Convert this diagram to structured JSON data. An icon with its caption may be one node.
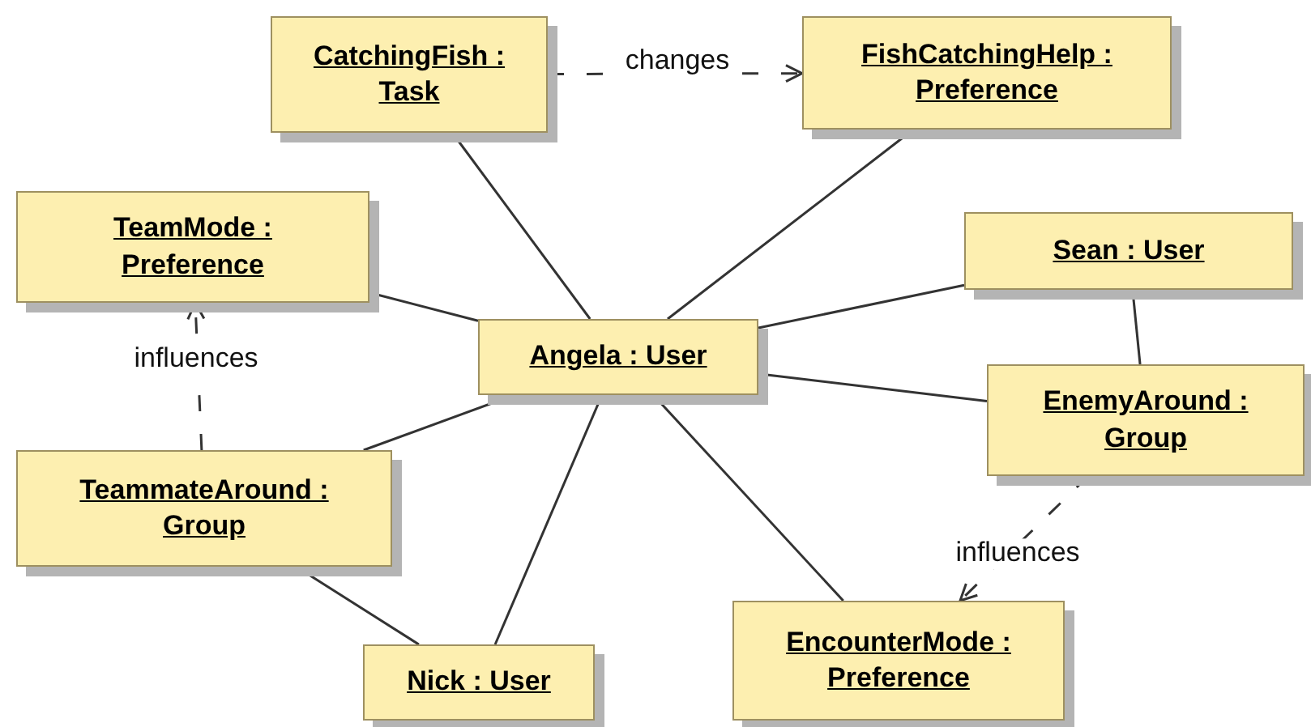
{
  "diagram": {
    "nodes": [
      {
        "text": [
          "CatchingFish : Task"
        ]
      },
      {
        "text": [
          "FishCatchingHelp : Preference"
        ]
      },
      {
        "text": [
          "TeamMode : Preference"
        ]
      },
      {
        "text": [
          "Sean : User"
        ]
      },
      {
        "text": [
          "Angela : User"
        ]
      },
      {
        "text": [
          "EnemyAround : Group"
        ]
      },
      {
        "text": [
          "TeammateAround : Group"
        ]
      },
      {
        "text": [
          "Nick : User"
        ]
      },
      {
        "text": [
          "EncounterMode : Preference"
        ]
      }
    ],
    "edges": [
      {
        "from": 0,
        "to": 1,
        "arrow": "to",
        "label": "changes",
        "style": "dashed"
      },
      {
        "from": 0,
        "to": 4,
        "arrow": "none"
      },
      {
        "from": 1,
        "to": 4,
        "arrow": "none"
      },
      {
        "from": 2,
        "to": 4,
        "arrow": "none"
      },
      {
        "from": 3,
        "to": 4,
        "arrow": "none"
      },
      {
        "from": 3,
        "to": 5,
        "arrow": "none"
      },
      {
        "from": 4,
        "to": 5,
        "arrow": "none"
      },
      {
        "from": 4,
        "to": 6,
        "arrow": "none"
      },
      {
        "from": 4,
        "to": 7,
        "arrow": "none"
      },
      {
        "from": 4,
        "to": 8,
        "arrow": "none"
      },
      {
        "from": 6,
        "to": 2,
        "arrow": "to",
        "label": "influences",
        "style": "dashed"
      },
      {
        "from": 6,
        "to": 7,
        "arrow": "none"
      },
      {
        "from": 5,
        "to": 8,
        "arrow": "to",
        "label": "influences",
        "style": "dashed"
      }
    ]
  }
}
